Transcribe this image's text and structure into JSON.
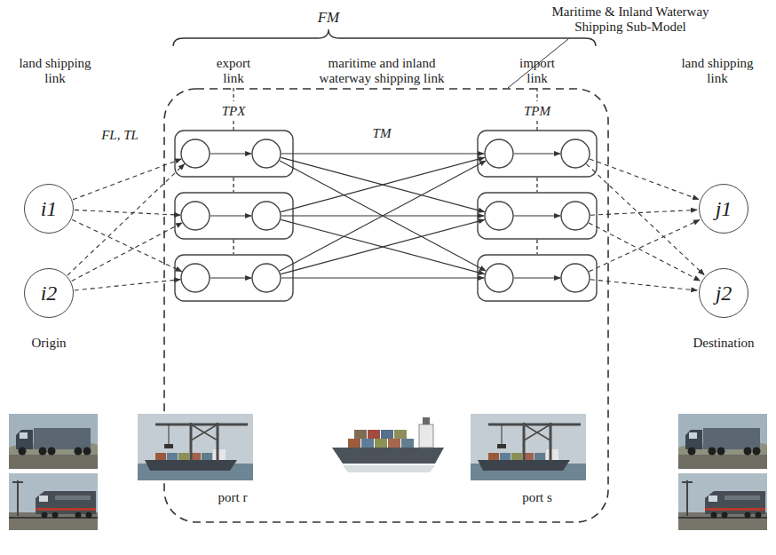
{
  "diagram": {
    "nodes": [
      {
        "text": [
          "i1"
        ]
      },
      {
        "text": [
          "i2"
        ]
      },
      {
        "text": [
          "j1"
        ]
      },
      {
        "text": [
          "j2"
        ]
      }
    ],
    "labels": [
      "FM",
      "Maritime & Inland Waterway Shipping Sub-Model",
      "land shipping link",
      "export link",
      "maritime and inland waterway shipping link",
      "import link",
      "land shipping link",
      "TPX",
      "TM",
      "TPM",
      "FL, TL",
      "Origin",
      "Destination",
      "port r",
      "port s"
    ]
  }
}
